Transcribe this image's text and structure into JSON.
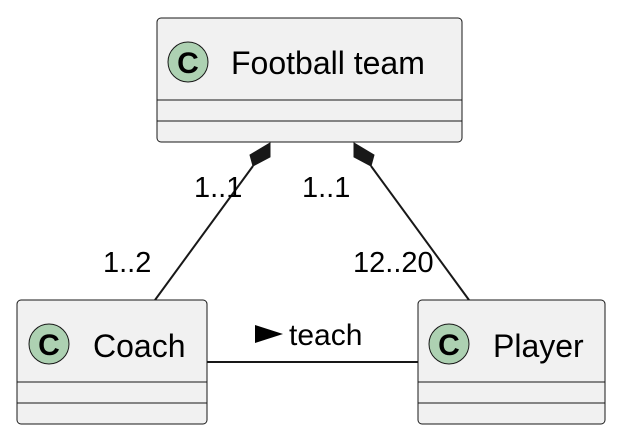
{
  "classes": {
    "football_team": {
      "name": "Football team",
      "stereotype": "C"
    },
    "coach": {
      "name": "Coach",
      "stereotype": "C"
    },
    "player": {
      "name": "Player",
      "stereotype": "C"
    }
  },
  "relations": {
    "team_coach": {
      "team_multiplicity": "1..1",
      "coach_multiplicity": "1..2"
    },
    "team_player": {
      "team_multiplicity": "1..1",
      "player_multiplicity": "12..20"
    },
    "coach_player": {
      "label": "teach",
      "direction": "right"
    }
  },
  "colors": {
    "class_fill": "#f1f1f1",
    "class_border": "#181818",
    "stereotype_circle": "#add1b2"
  }
}
